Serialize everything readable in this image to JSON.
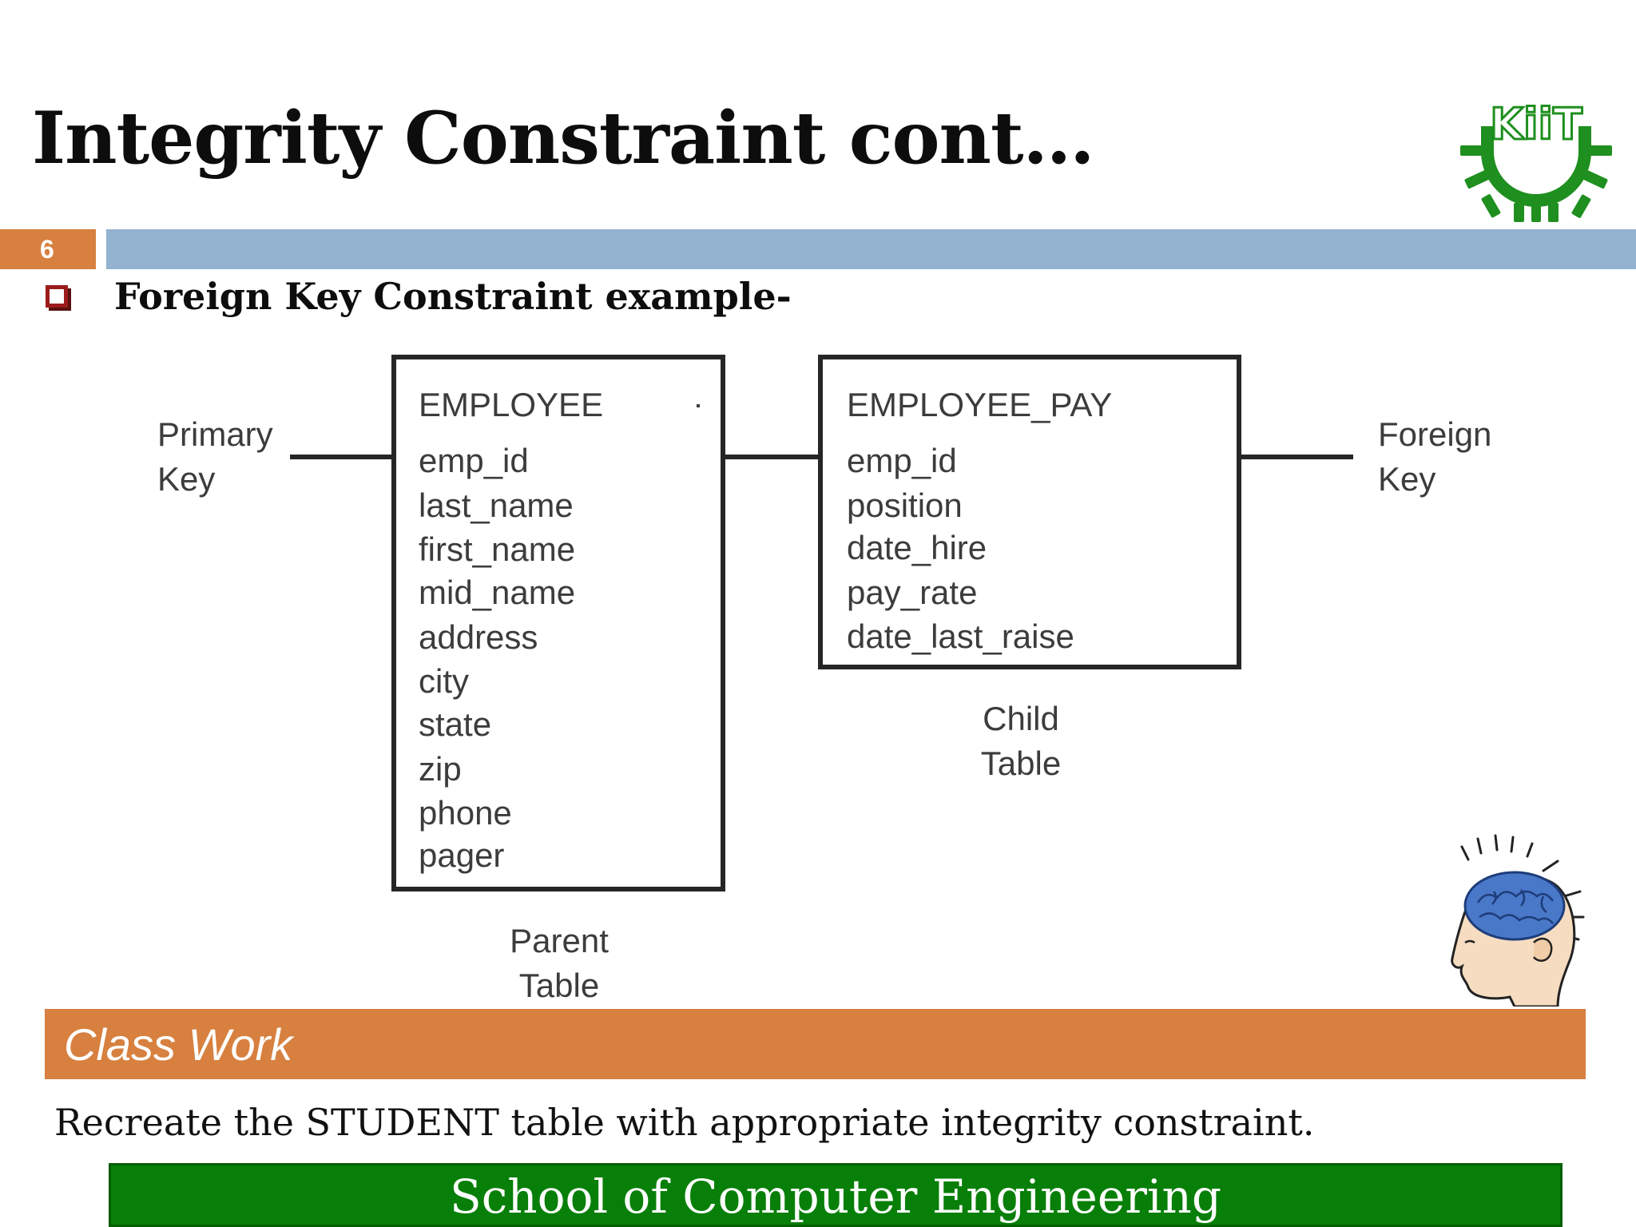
{
  "slide": {
    "title": "Integrity Constraint cont…",
    "number": "6",
    "bullet": "Foreign Key Constraint  example-"
  },
  "diagram": {
    "parent_table": {
      "name": "EMPLOYEE",
      "fields": [
        "emp_id",
        "last_name",
        "first_name",
        "mid_name",
        "address",
        "city",
        "state",
        "zip",
        "phone",
        "pager"
      ],
      "caption": [
        "Parent",
        "Table"
      ]
    },
    "child_table": {
      "name": "EMPLOYEE_PAY",
      "fields": [
        "emp_id",
        "position",
        "date_hire",
        "pay_rate",
        "date_last_raise"
      ],
      "caption": [
        "Child",
        "Table"
      ]
    },
    "primary_key_label": [
      "Primary",
      "Key"
    ],
    "foreign_key_label": [
      "Foreign",
      "Key"
    ]
  },
  "class_work": {
    "heading": "Class Work",
    "text": "Recreate the STUDENT table with appropriate integrity constraint."
  },
  "footer": {
    "text": "School of Computer Engineering"
  },
  "colors": {
    "orange": "#d7803f",
    "blue_bar": "#93b3d0",
    "footer_green": "#087f08",
    "logo_green": "#1a8c1a"
  }
}
